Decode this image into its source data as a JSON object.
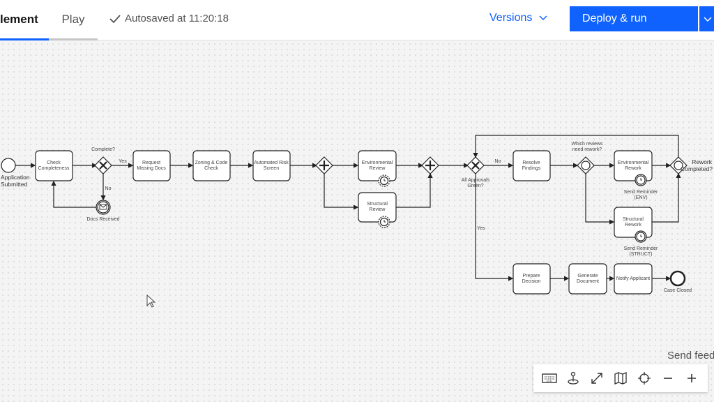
{
  "header": {
    "tabs": [
      {
        "label": "lement",
        "active": true
      },
      {
        "label": "Play",
        "active": false
      }
    ],
    "autosave": "Autosaved at 11:20:18",
    "versions": "Versions",
    "deploy": "Deploy & run"
  },
  "diagram": {
    "start": "Application Submitted",
    "check": [
      "Check",
      "Completeness"
    ],
    "gw_complete": "Complete?",
    "yes": "Yes",
    "no": "No",
    "docs_received": "Docs Received",
    "request": [
      "Request",
      "Missing Docs"
    ],
    "zoning": [
      "Zoning & Code",
      "Check"
    ],
    "risk": [
      "Automated Risk",
      "Screen"
    ],
    "env_review": [
      "Environmental",
      "Review"
    ],
    "struct_review": [
      "Structural",
      "Review"
    ],
    "approvals": [
      "All Approvals",
      "Green?"
    ],
    "no2": "No",
    "yes2": "Yes",
    "resolve": [
      "Resolve",
      "Findings"
    ],
    "which": [
      "Which reviews",
      "need rework?"
    ],
    "env_rework": [
      "Environmental",
      "Rework"
    ],
    "struct_rework": [
      "Structural",
      "Rework"
    ],
    "remind_env": [
      "Send Reminder",
      "(ENV)"
    ],
    "remind_struct": [
      "Send Reminder",
      "(STRUCT)"
    ],
    "rework_done": [
      "Rework",
      "Completed?"
    ],
    "prepare": [
      "Prepare",
      "Decision"
    ],
    "generate": [
      "Generate",
      "Document"
    ],
    "notify": "Notify Applicant",
    "end": "Case Closed"
  },
  "feedback": "Send feed",
  "toolbar": [
    "keyboard-icon",
    "pin-icon",
    "fit-icon",
    "minimap-icon",
    "center-icon",
    "zoom-out-icon",
    "zoom-in-icon"
  ]
}
